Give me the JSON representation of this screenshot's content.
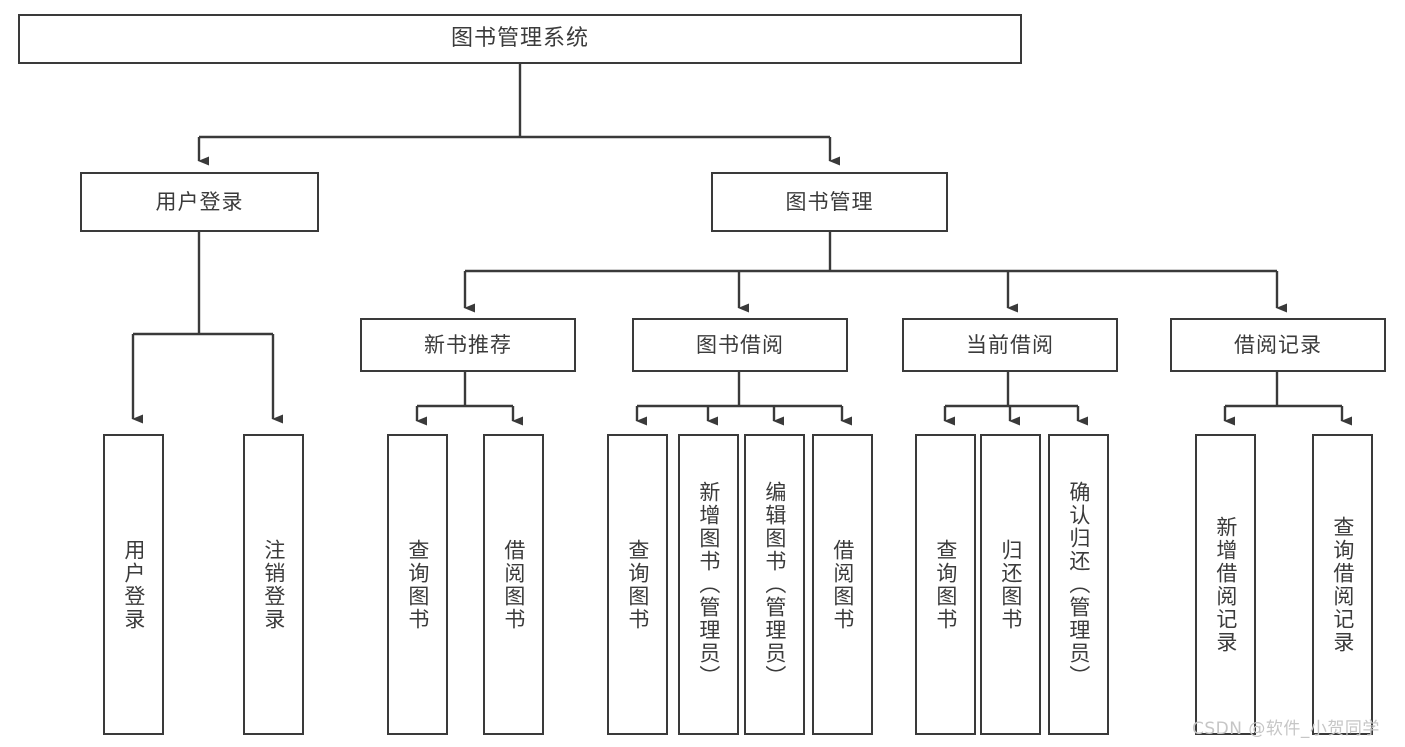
{
  "diagram": {
    "title": "图书管理系统",
    "type": "tree-hierarchy-chart",
    "colors": {
      "box_border": "#3a3a3a",
      "box_fill": "#ffffff",
      "text": "#3b3b3b",
      "connector": "#3a3a3a",
      "watermark": "#c6c6c6",
      "background": "#ffffff"
    },
    "root": {
      "label": "图书管理系统"
    },
    "level2": [
      {
        "label": "用户登录"
      },
      {
        "label": "图书管理"
      }
    ],
    "level3": [
      {
        "label": "新书推荐"
      },
      {
        "label": "图书借阅"
      },
      {
        "label": "当前借阅"
      },
      {
        "label": "借阅记录"
      }
    ],
    "leaves": {
      "user_login": [
        {
          "label": "用户登录"
        },
        {
          "label": "注销登录"
        }
      ],
      "new_book_recommend": [
        {
          "label": "查询图书"
        },
        {
          "label": "借阅图书"
        }
      ],
      "book_borrow": [
        {
          "label": "查询图书"
        },
        {
          "label": "新增图书（管理员）"
        },
        {
          "label": "编辑图书（管理员）"
        },
        {
          "label": "借阅图书"
        }
      ],
      "current_borrow": [
        {
          "label": "查询图书"
        },
        {
          "label": "归还图书"
        },
        {
          "label": "确认归还（管理员）"
        }
      ],
      "borrow_record": [
        {
          "label": "新增借阅记录"
        },
        {
          "label": "查询借阅记录"
        }
      ]
    }
  },
  "watermark": {
    "text": "CSDN @软件_小贺同学"
  }
}
